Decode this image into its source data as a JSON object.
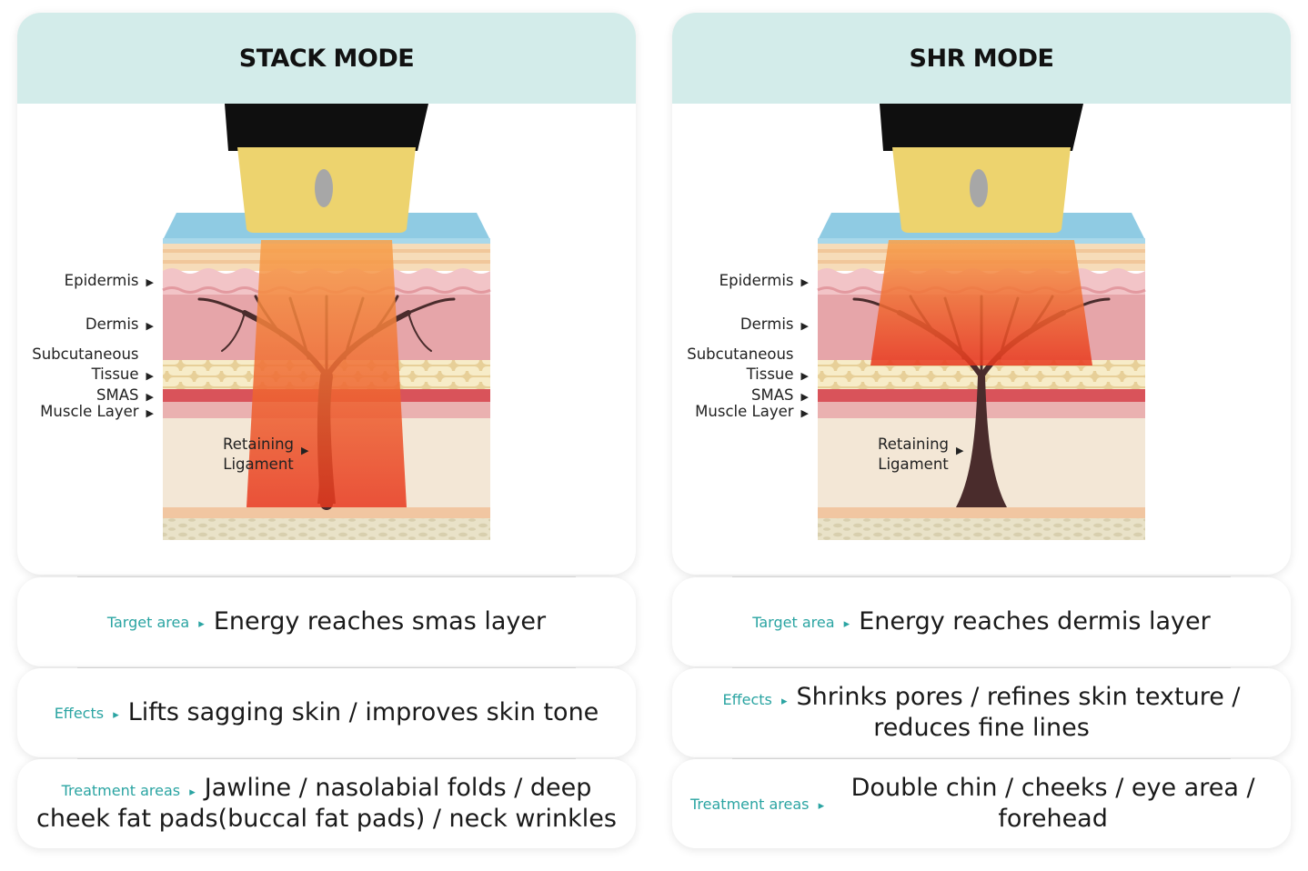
{
  "panels": [
    {
      "title": "STACK MODE",
      "layer_labels": {
        "epidermis": "Epidermis",
        "dermis": "Dermis",
        "subcutaneous_1": "Subcutaneous",
        "subcutaneous_2": "Tissue",
        "smas": "SMAS",
        "muscle": "Muscle Layer",
        "ligament_1": "Retaining",
        "ligament_2": "Ligament"
      },
      "target": {
        "label": "Target area",
        "value": "Energy reaches smas layer"
      },
      "effects": {
        "label": "Effects",
        "value": "Lifts sagging skin / improves skin tone"
      },
      "treatment": {
        "label": "Treatment areas",
        "value_line1": "Jawline / nasolabial folds / deep",
        "value_line2": "cheek fat pads(buccal fat pads) / neck wrinkles"
      }
    },
    {
      "title": "SHR MODE",
      "layer_labels": {
        "epidermis": "Epidermis",
        "dermis": "Dermis",
        "subcutaneous_1": "Subcutaneous",
        "subcutaneous_2": "Tissue",
        "smas": "SMAS",
        "muscle": "Muscle Layer",
        "ligament_1": "Retaining",
        "ligament_2": "Ligament"
      },
      "target": {
        "label": "Target area",
        "value": "Energy reaches dermis layer"
      },
      "effects": {
        "label": "Effects",
        "value_line1": "Shrinks pores / refines skin texture /",
        "value_line2": "reduces fine lines"
      },
      "treatment": {
        "label": "Treatment areas",
        "value": "Double chin / cheeks / eye area / forehead"
      }
    }
  ],
  "colors": {
    "header_bg": "#d3ecea",
    "label_teal": "#2aa4a2",
    "device_yellow": "#edd36e",
    "device_black": "#0f0f0f",
    "energy_orange": "#ef5a28",
    "tree_brown": "#4a2c2c"
  }
}
